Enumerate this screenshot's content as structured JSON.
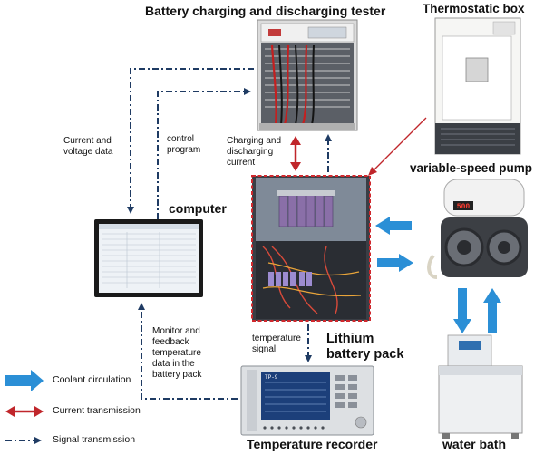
{
  "titles": {
    "tester": "Battery charging and discharging tester",
    "thermostat": "Thermostatic box",
    "pump": "variable-speed pump",
    "computer": "computer",
    "battery_pack_line1": "Lithium",
    "battery_pack_line2": "battery pack",
    "recorder": "Temperature recorder",
    "water_bath": "water bath"
  },
  "annotations": {
    "current_voltage": "Current and\nvoltage data",
    "control_program": "control\nprogram",
    "charging_current": "Charging and\ndischarging\ncurrent",
    "temperature_signal": "temperature\nsignal",
    "monitor_feedback": "Monitor and\nfeedback\ntemperature\ndata in the\nbattery pack"
  },
  "legend": {
    "coolant": "Coolant circulation",
    "current": "Current transmission",
    "signal": "Signal transmission"
  },
  "device_readouts": {
    "pump_display": "500",
    "recorder_model": "TP-9"
  },
  "colors": {
    "signal_line": "#1f3b63",
    "current_arrow": "#c0262b",
    "coolant_arrow": "#2b8fd6",
    "battery_border": "#d0282d"
  }
}
